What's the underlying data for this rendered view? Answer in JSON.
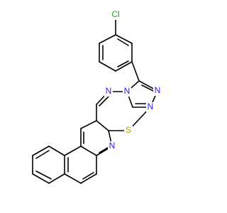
{
  "molecule": {
    "atoms": {
      "cl": {
        "text": "Cl",
        "color": "#1fa01f"
      },
      "n_triazole_top": {
        "text": "N",
        "color": "#1f1fe6"
      },
      "n_triazole_left": {
        "text": "N",
        "color": "#1f1fe6"
      },
      "n_triazole_right": {
        "text": "N",
        "color": "#1f1fe6"
      },
      "n_diazepine": {
        "text": "N",
        "color": "#1f1fe6"
      },
      "s_thio": {
        "text": "S",
        "color": "#b2a100"
      },
      "n_quinoline": {
        "text": "N",
        "color": "#1f1fe6"
      }
    },
    "bond_color": "#000000"
  }
}
